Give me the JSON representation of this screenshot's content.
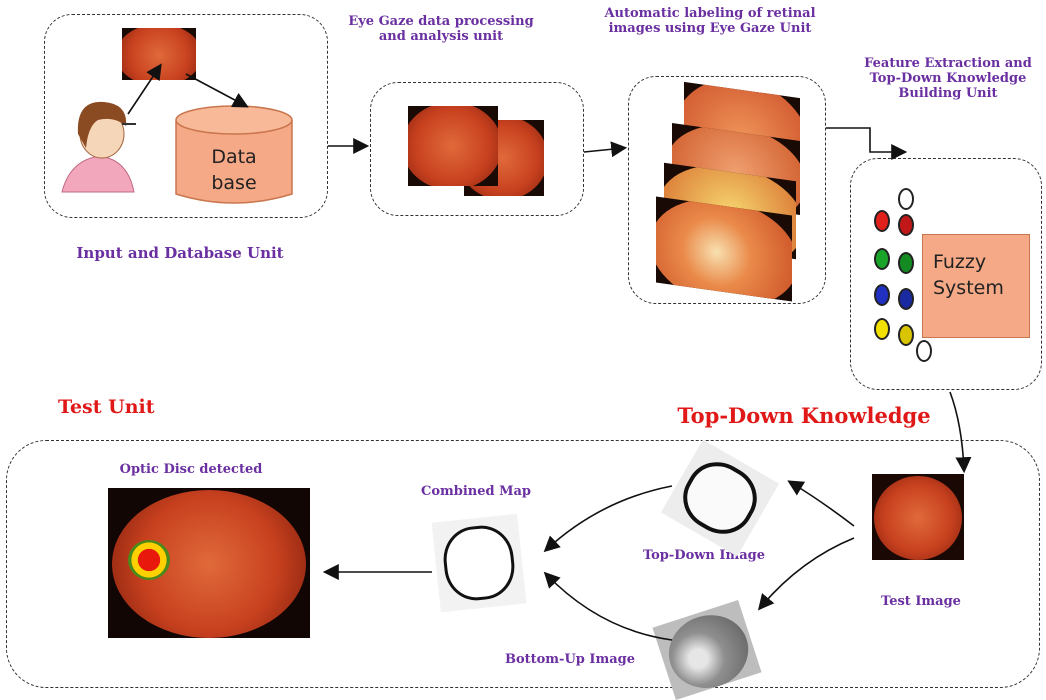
{
  "units": {
    "input": "Input and Database Unit",
    "eye_gaze": "Eye Gaze data processing and analysis unit",
    "auto_label": "Automatic labeling of retinal images using Eye Gaze Unit",
    "feature": "Feature Extraction and Top-Down Knowledge Building Unit",
    "test_unit": "Test Unit",
    "top_down_knowledge": "Top-Down Knowledge"
  },
  "database": {
    "line1": "Data",
    "line2": "base"
  },
  "fuzzy": {
    "line1": "Fuzzy",
    "line2": "System"
  },
  "test": {
    "optic_disc": "Optic Disc detected",
    "combined_map": "Combined Map",
    "top_down_image": "Top-Down Image",
    "bottom_up_image": "Bottom-Up Image",
    "test_image": "Test Image"
  },
  "colors": {
    "label_purple": "#6a2fa0",
    "label_red": "#e01818",
    "database_fill": "#f5a986",
    "retina": "#c8411f"
  }
}
